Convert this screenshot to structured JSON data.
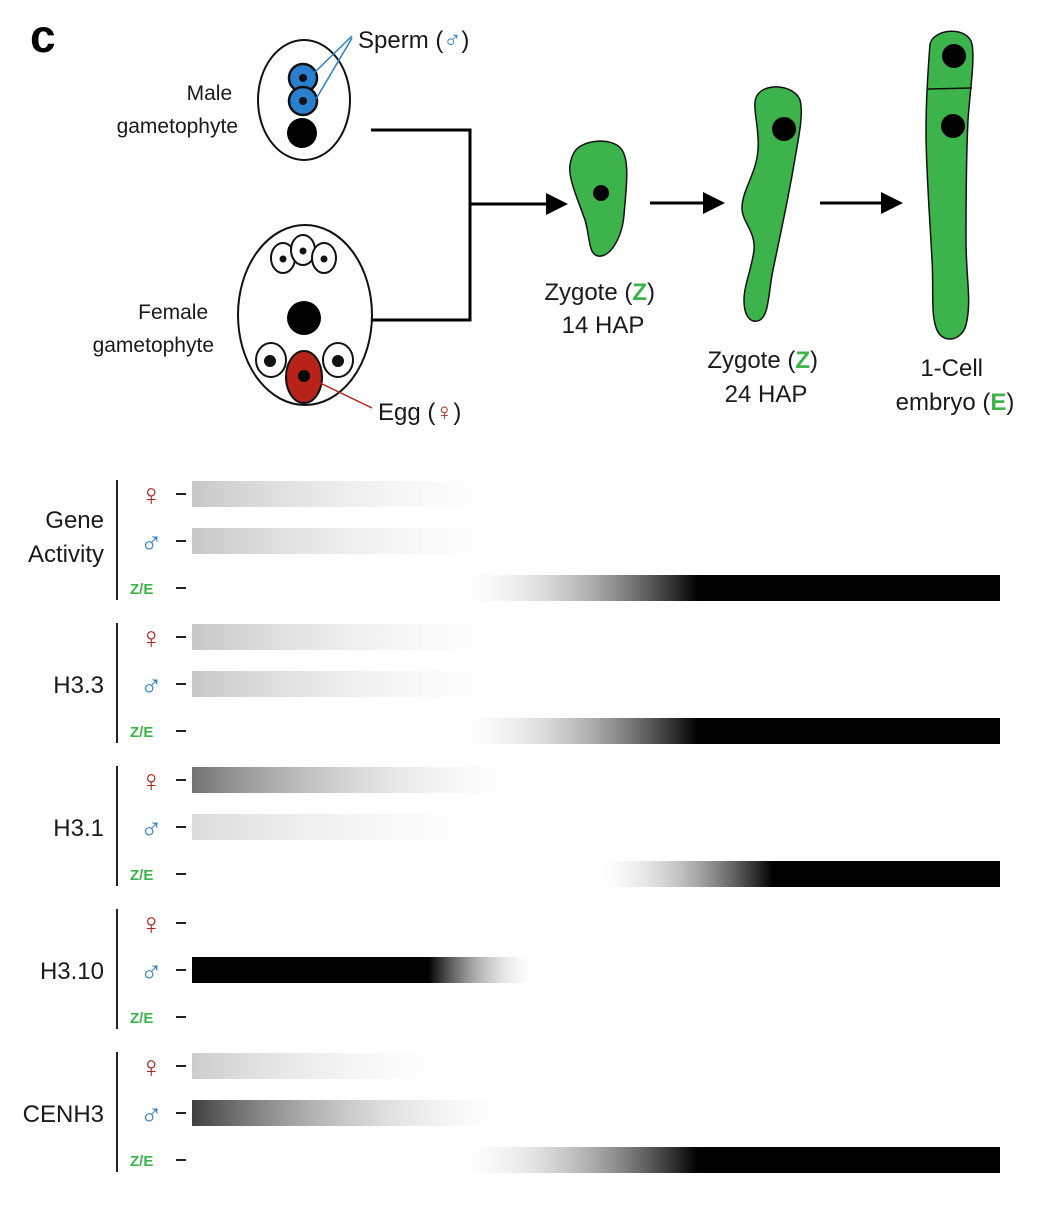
{
  "panel_letter": "c",
  "labels": {
    "sperm": "Sperm (",
    "sperm_sym": "♂",
    "sperm_close": ")",
    "male_l1": "Male",
    "male_l2": "gametophyte",
    "female_l1": "Female",
    "female_l2": "gametophyte",
    "egg": "Egg (",
    "egg_sym": "♀",
    "egg_close": ")",
    "z14_l1a": "Zygote (",
    "z14_l1b": "Z",
    "z14_l1c": ")",
    "z14_l2": "14 HAP",
    "z24_l1a": "Zygote (",
    "z24_l1b": "Z",
    "z24_l1c": ")",
    "z24_l2": "24 HAP",
    "emb_l1": "1-Cell",
    "emb_l2a": "embryo (",
    "emb_l2b": "E",
    "emb_l2c": ")"
  },
  "symbols": {
    "female": "♀",
    "male": "♂",
    "ze": "Z/E"
  },
  "colors": {
    "green": "#3cb44b",
    "red": "#b7221b",
    "blue": "#2a7fcf",
    "black": "#000000"
  },
  "groups": [
    {
      "name": "Gene Activity",
      "name_l1": "Gene",
      "name_l2": "Activity",
      "rows": [
        {
          "row": "female",
          "start": 0.0,
          "end": 0.43,
          "from_gray": 0.78,
          "to_gray": 1.0,
          "fade": "out"
        },
        {
          "row": "male",
          "start": 0.0,
          "end": 0.43,
          "from_gray": 0.78,
          "to_gray": 1.0,
          "fade": "out"
        },
        {
          "row": "ze",
          "start": 0.32,
          "end": 1.0,
          "from_gray": 1.0,
          "to_gray": 0.0,
          "fade": "in"
        }
      ]
    },
    {
      "name": "H3.3",
      "name_l1": "H3.3",
      "name_l2": "",
      "rows": [
        {
          "row": "female",
          "start": 0.0,
          "end": 0.43,
          "from_gray": 0.78,
          "to_gray": 1.0,
          "fade": "out"
        },
        {
          "row": "male",
          "start": 0.0,
          "end": 0.43,
          "from_gray": 0.78,
          "to_gray": 1.0,
          "fade": "out"
        },
        {
          "row": "ze",
          "start": 0.32,
          "end": 1.0,
          "from_gray": 1.0,
          "to_gray": 0.0,
          "fade": "in"
        }
      ]
    },
    {
      "name": "H3.1",
      "name_l1": "H3.1",
      "name_l2": "",
      "rows": [
        {
          "row": "female",
          "start": 0.0,
          "end": 0.43,
          "from_gray": 0.45,
          "to_gray": 1.0,
          "fade": "out"
        },
        {
          "row": "male",
          "start": 0.0,
          "end": 0.43,
          "from_gray": 0.86,
          "to_gray": 1.0,
          "fade": "out"
        },
        {
          "row": "ze",
          "start": 0.49,
          "end": 1.0,
          "from_gray": 1.0,
          "to_gray": 0.0,
          "fade": "in"
        }
      ]
    },
    {
      "name": "H3.10",
      "name_l1": "H3.10",
      "name_l2": "",
      "rows": [
        {
          "row": "male",
          "start": 0.0,
          "end": 0.43,
          "from_gray": 0.0,
          "to_gray": 1.0,
          "fade": "out_late"
        }
      ]
    },
    {
      "name": "CENH3",
      "name_l1": "CENH3",
      "name_l2": "",
      "rows": [
        {
          "row": "female",
          "start": 0.0,
          "end": 0.36,
          "from_gray": 0.8,
          "to_gray": 1.0,
          "fade": "out"
        },
        {
          "row": "male",
          "start": 0.0,
          "end": 0.41,
          "from_gray": 0.25,
          "to_gray": 1.0,
          "fade": "out"
        },
        {
          "row": "ze",
          "start": 0.32,
          "end": 1.0,
          "from_gray": 1.0,
          "to_gray": 0.0,
          "fade": "in"
        }
      ]
    }
  ]
}
